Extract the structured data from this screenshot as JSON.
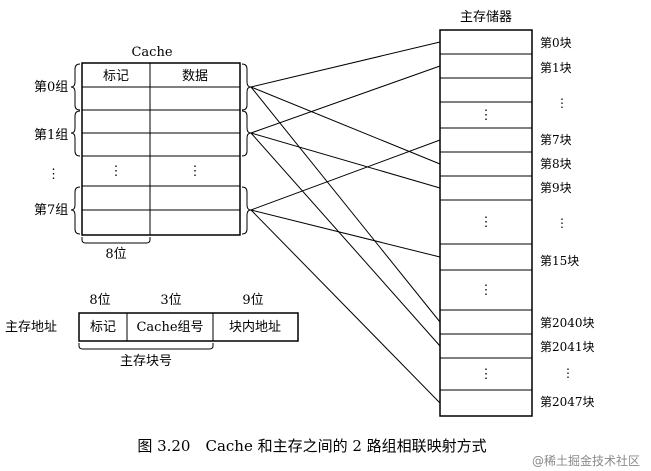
{
  "cache": {
    "title": "Cache",
    "header_tag": "标记",
    "header_data": "数据",
    "group_labels": [
      "第0组",
      "第1组",
      "⋮",
      "第7组"
    ],
    "ellipsis": "⋮",
    "width_label": "8位"
  },
  "memory": {
    "title": "主存储器",
    "block_labels": [
      "第0块",
      "第1块",
      "⋮",
      "第7块",
      "第8块",
      "第9块",
      "⋮",
      "第15块",
      "第2040块",
      "第2041块",
      "⋮",
      "第2047块"
    ],
    "ellipsis": "⋮"
  },
  "address": {
    "label": "主存地址",
    "fields": [
      "标记",
      "Cache组号",
      "块内地址"
    ],
    "widths": [
      "8位",
      "3位",
      "9位"
    ],
    "block_number_label": "主存块号"
  },
  "caption": "图 3.20　Cache 和主存之间的 2 路组相联映射方式",
  "watermark": "@稀土掘金技术社区"
}
